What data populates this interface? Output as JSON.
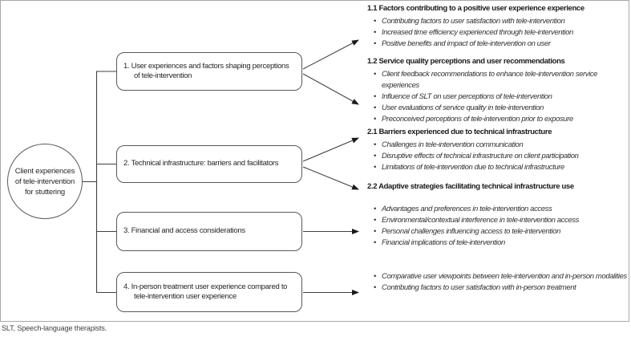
{
  "figure": {
    "root": "Client experiences of tele-intervention for stuttering",
    "boxes": [
      {
        "label": "1. User experiences and factors shaping perceptions of tele-intervention"
      },
      {
        "label": "2. Technical infrastructure: barriers and facilitators"
      },
      {
        "label": "3. Financial and access considerations"
      },
      {
        "label": "4. In-person treatment user experience compared to tele-intervention user experience"
      }
    ],
    "sections": {
      "s11": {
        "heading": "1.1 Factors contributing to a positive user experience experience",
        "bullets": [
          "Contributing factors to user satisfaction with tele-intervention",
          "Increased time efficiency experienced through tele-intervention",
          "Positive benefits and impact of tele-intervention on user"
        ]
      },
      "s12": {
        "heading": "1.2 Service quality perceptions and user recommendations",
        "bullets": [
          "Client feedback recommendations to enhance tele-intervention service experiences",
          "Influence of SLT on user perceptions of tele-intervention",
          "User evaluations of service quality in tele-intervention",
          "Preconceived perceptions of tele-intervention prior to exposure"
        ]
      },
      "s21": {
        "heading": "2.1 Barriers experienced due to technical infrastructure",
        "bullets": [
          "Challenges in tele-intervention communication",
          "Disruptive effects of technical infrastructure on client participation",
          "Limitations of tele-intervention due to technical infrastructure"
        ]
      },
      "s22": {
        "heading": "2.2 Adaptive strategies facilitating technical infrastructure use",
        "bullets": []
      },
      "s3": {
        "bullets": [
          "Advantages and preferences in tele-intervention access",
          "Environmental/contextual interference in tele-intervention access",
          "Personal challenges influencing access to tele-intervention",
          "Financial implications of tele-intervention"
        ]
      },
      "s4": {
        "bullets": [
          "Comparative user viewpoints between tele-intervention and in-person modalities",
          "Contributing factors to user satisfaction with in-person treatment"
        ]
      }
    },
    "footnote": "SLT, Speech-language therapists."
  },
  "colors": {
    "line": "#404040",
    "node_border": "#595959",
    "figure_border": "#a8a8a8",
    "text": "#262626"
  }
}
